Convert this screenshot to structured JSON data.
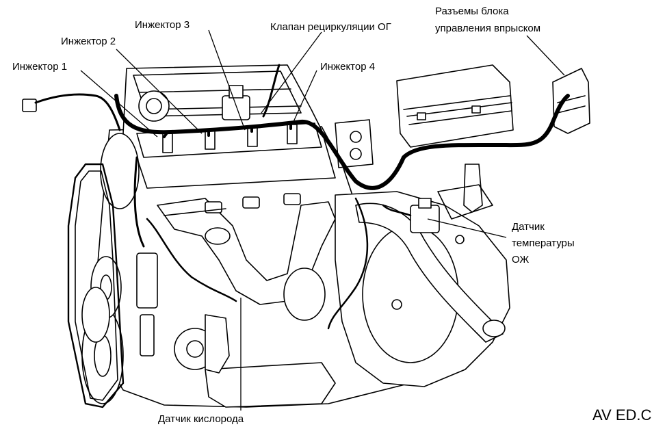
{
  "labels": {
    "injector_1": "Инжектор 1",
    "injector_2": "Инжектор 2",
    "injector_3": "Инжектор 3",
    "injector_4": "Инжектор 4",
    "egr_valve": "Клапан рециркуляции ОГ",
    "ecu_connectors_line1": "Разъемы блока",
    "ecu_connectors_line2": "управления впрыском",
    "coolant_temp_sensor": "Датчик\nтемпературы\nОЖ",
    "oxygen_sensor": "Датчик кислорода"
  },
  "corner_text": "AV ED.C",
  "colors": {
    "ink": "#000000",
    "paper": "#ffffff"
  }
}
